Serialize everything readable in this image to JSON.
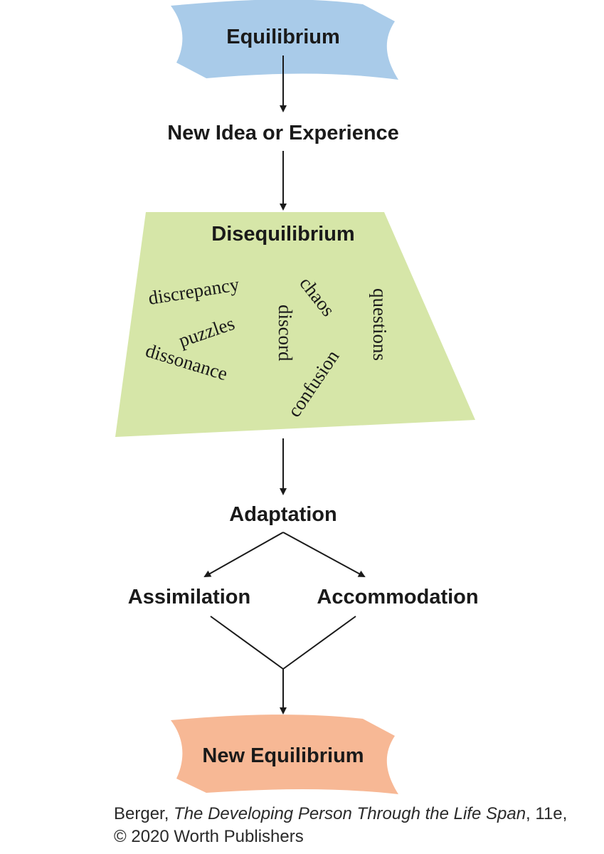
{
  "nodes": {
    "equilibrium": "Equilibrium",
    "new_idea": "New Idea or Experience",
    "disequilibrium": "Disequilibrium",
    "adaptation": "Adaptation",
    "assimilation": "Assimilation",
    "accommodation": "Accommodation",
    "new_equilibrium": "New Equilibrium"
  },
  "disequilibrium_words": {
    "discrepancy": "discrepancy",
    "chaos": "chaos",
    "questions": "questions",
    "puzzles": "puzzles",
    "discord": "discord",
    "dissonance": "dissonance",
    "confusion": "confusion"
  },
  "colors": {
    "equilibrium_fill": "#a9cbe9",
    "disequilibrium_fill": "#d6e6a8",
    "new_equilibrium_fill": "#f7b895",
    "line": "#1a1a1a"
  },
  "caption": {
    "author": "Berger, ",
    "title": "The Developing Person Through the Life Span",
    "rest": ", 11e, © 2020 Worth Publishers"
  }
}
